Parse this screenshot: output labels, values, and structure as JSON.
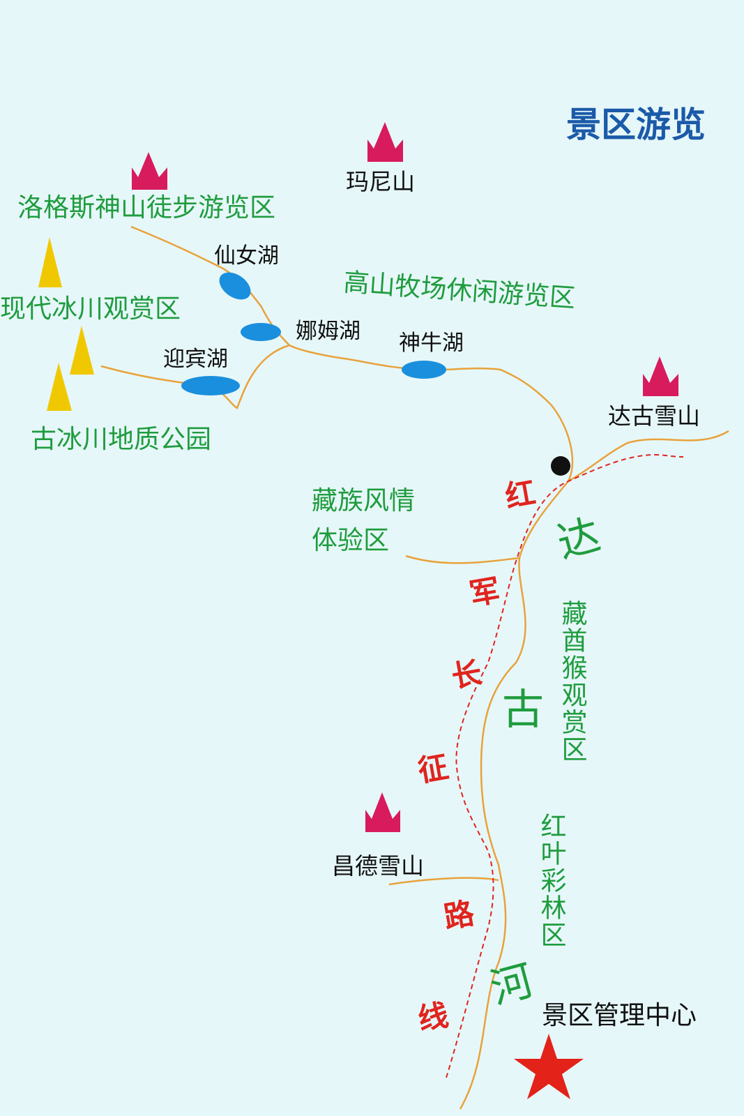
{
  "title": "景区游览",
  "mountains": {
    "mani": "玛尼山",
    "dagu": "达古雪山",
    "changde": "昌德雪山"
  },
  "areas": {
    "luogesi": "洛格斯神山徒步游览区",
    "glacier_modern": "现代冰川观赏区",
    "glacier_park": "古冰川地质公园",
    "pasture": "高山牧场休闲游览区",
    "tibetan": "藏族风情体验区",
    "monkey": "藏酋猴观赏区",
    "redleaf": "红叶彩林区",
    "center": "景区管理中心"
  },
  "lakes": {
    "xiannv": "仙女湖",
    "namu": "娜姆湖",
    "yingbin": "迎宾湖",
    "shenniu": "神牛湖"
  },
  "river_chars": [
    "达",
    "古",
    "河"
  ],
  "route_chars": [
    "红",
    "军",
    "长",
    "征",
    "路",
    "线"
  ],
  "colors": {
    "title": "#1b5aa8",
    "area_text": "#1f9c3e",
    "route_text": "#e0241e",
    "trail": "#e8a23a",
    "lake": "#1a8fde",
    "mountain_icon": "#d81b5d",
    "glacier_icon": "#f0c800",
    "star": "#e32219"
  }
}
